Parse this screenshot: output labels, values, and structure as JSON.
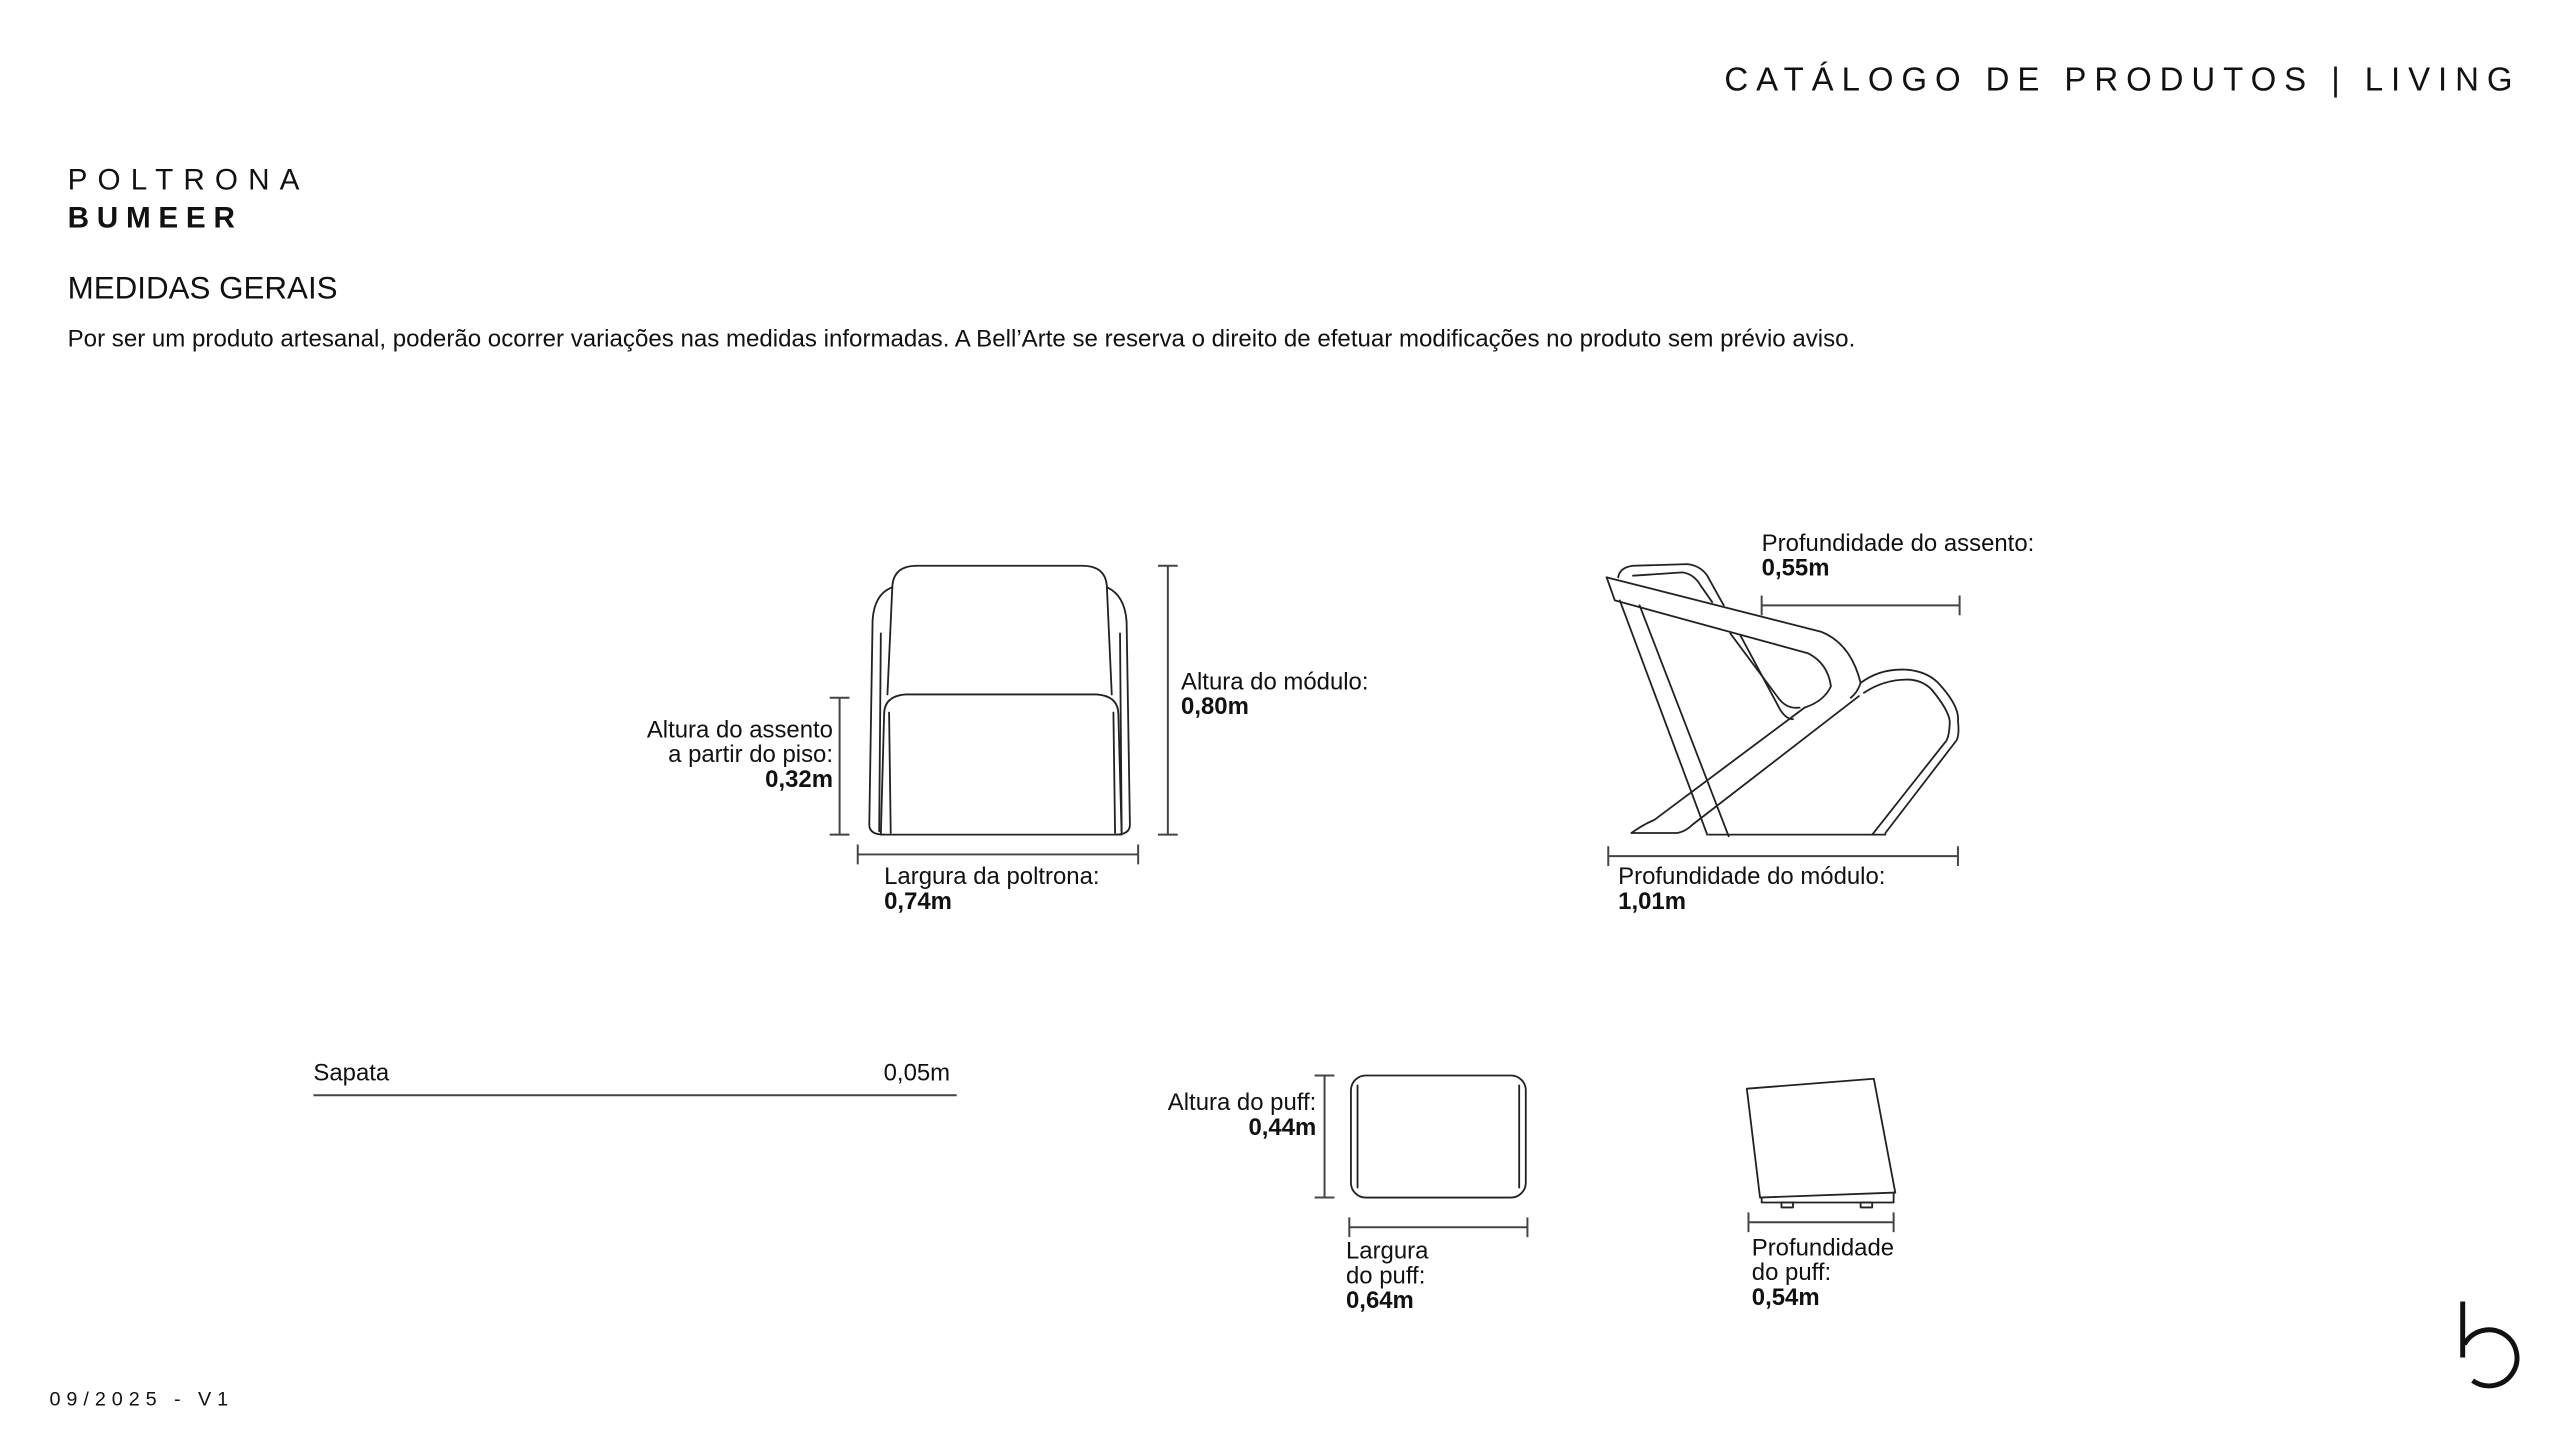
{
  "header": {
    "title": "CATÁLOGO DE PRODUTOS | LIVING"
  },
  "product": {
    "category": "POLTRONA",
    "name": "BUMEER"
  },
  "section": {
    "title": "MEDIDAS GERAIS",
    "disclaimer": "Por ser um produto artesanal, poderão ocorrer variações nas medidas informadas. A Bell’Arte se reserva o direito de efetuar modificações no produto sem prévio aviso."
  },
  "dimensions": {
    "module_height": {
      "label": "Altura do módulo:",
      "value": "0,80m"
    },
    "seat_height": {
      "label_line1": "Altura do assento",
      "label_line2": "a partir do piso:",
      "value": "0,32m"
    },
    "chair_width": {
      "label": "Largura da poltrona:",
      "value": "0,74m"
    },
    "seat_depth": {
      "label": "Profundidade do assento:",
      "value": "0,55m"
    },
    "module_depth": {
      "label": "Profundidade do módulo:",
      "value": "1,01m"
    },
    "puff_height": {
      "label": "Altura do puff:",
      "value": "0,44m"
    },
    "puff_width": {
      "label_line1": "Largura",
      "label_line2": "do puff:",
      "value": "0,64m"
    },
    "puff_depth": {
      "label_line1": "Profundidade",
      "label_line2": "do puff:",
      "value": "0,54m"
    }
  },
  "spec_table": [
    {
      "label": "Sapata",
      "value": "0,05m"
    }
  ],
  "footer": {
    "version": "09/2025 - V1"
  },
  "logo": {
    "letter": "b"
  }
}
